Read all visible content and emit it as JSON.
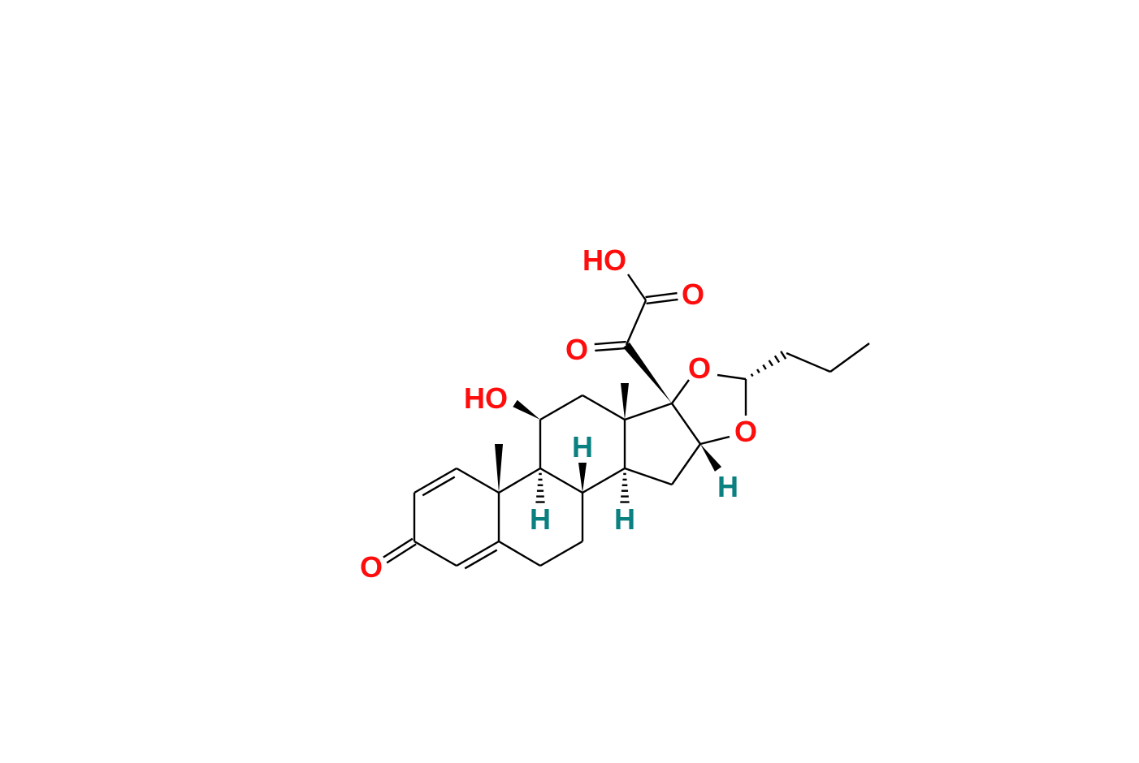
{
  "molecule": {
    "labels": {
      "o3": "O",
      "oh11": "HO",
      "h9": "H",
      "h8": "H",
      "h14": "H",
      "h16": "H",
      "o_ring1": "O",
      "o_ring2": "O",
      "o20": "O",
      "o21": "O",
      "oh21": "HO"
    }
  },
  "colors": {
    "oxygen": "#ff0d0d",
    "hydrogen": "#0a8080",
    "bond": "#000000"
  }
}
